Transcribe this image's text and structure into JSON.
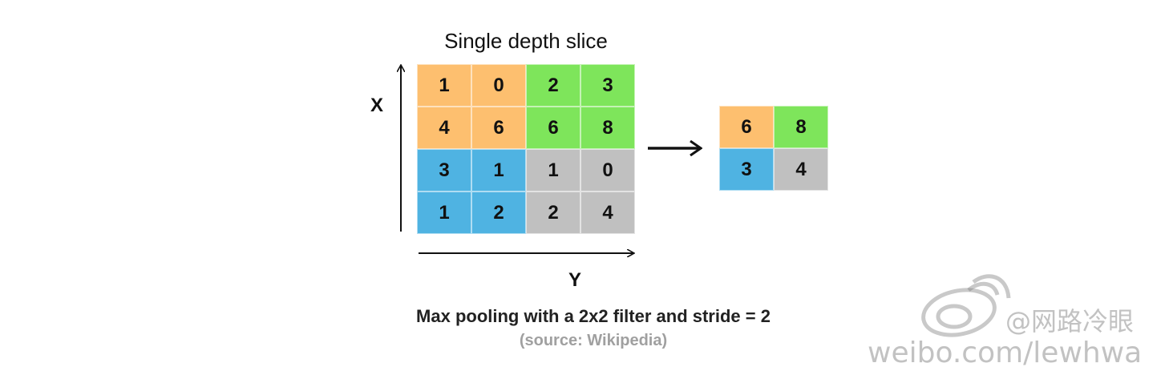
{
  "title": "Single depth slice",
  "axes": {
    "x_label": "X",
    "y_label": "Y"
  },
  "input_grid": {
    "rows": [
      [
        1,
        0,
        2,
        3
      ],
      [
        4,
        6,
        6,
        8
      ],
      [
        3,
        1,
        1,
        0
      ],
      [
        1,
        2,
        2,
        4
      ]
    ],
    "quadrant_colors": {
      "top_left": "#FDBF6F",
      "top_right": "#7EE55B",
      "bottom_left": "#4FB3E2",
      "bottom_right": "#C0C0C0"
    }
  },
  "output_grid": {
    "rows": [
      [
        6,
        8
      ],
      [
        3,
        4
      ]
    ]
  },
  "caption": {
    "main": "Max pooling with a 2x2 filter and stride = 2",
    "source": "(source: Wikipedia)"
  },
  "watermark": {
    "handle": "@网路冷眼",
    "url": "weibo.com/lewhwa",
    "icon": "weibo-logo-icon"
  }
}
